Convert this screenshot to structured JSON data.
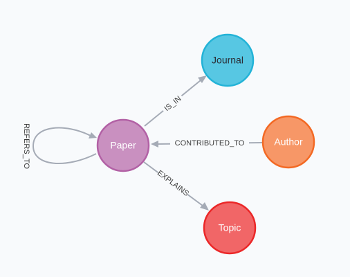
{
  "nodes": {
    "paper": {
      "label": "Paper",
      "fill": "#c990c0",
      "stroke": "#b261a5",
      "text": "#ffffff"
    },
    "journal": {
      "label": "Journal",
      "fill": "#57c7e3",
      "stroke": "#23b3d7",
      "text": "#2a2c34"
    },
    "author": {
      "label": "Author",
      "fill": "#f79767",
      "stroke": "#f36924",
      "text": "#ffffff"
    },
    "topic": {
      "label": "Topic",
      "fill": "#f16667",
      "stroke": "#eb2728",
      "text": "#ffffff"
    }
  },
  "relationships": {
    "is_in": "IS_IN",
    "contributed_to": "CONTRIBUTED_TO",
    "explains": "EXPLAINS",
    "refers_to": "REFERS_TO"
  },
  "colors": {
    "edge": "#a5abb6",
    "background": "#f8fafc"
  }
}
